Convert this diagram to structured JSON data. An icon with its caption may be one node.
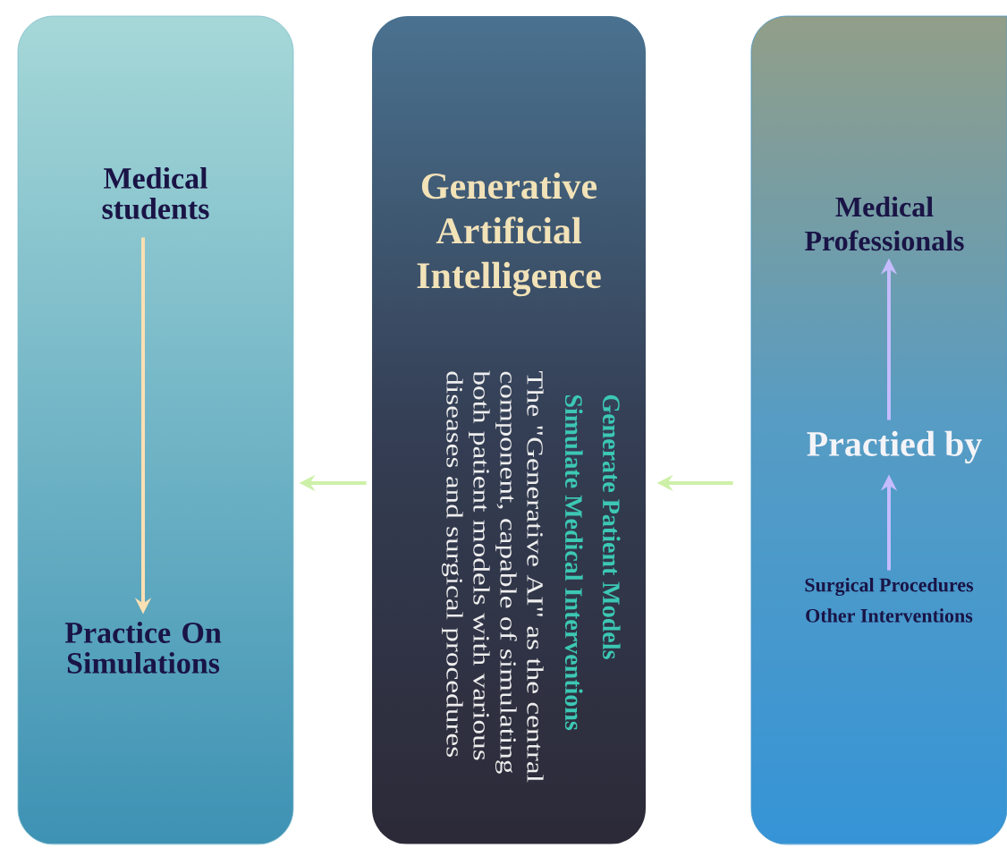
{
  "diagram": {
    "nodes": [
      {
        "text": [],
        "shape": "box"
      },
      {
        "text": [
          "Medical students"
        ],
        "in": 0
      },
      {
        "text": [
          "Practice On Simulations"
        ],
        "in": 0
      },
      {
        "text": [
          "Generative Artificial Intelligence",
          "Generate Patient Models",
          "Simulate Medical Interventions",
          "The \"Generative AI\" as the central component, capable of simulating both patient models with various diseases and surgical procedures"
        ]
      },
      {
        "text": [],
        "shape": "box"
      },
      {
        "text": [
          "Medical Professionals"
        ],
        "in": 4
      },
      {
        "text": [
          "Practied by"
        ],
        "in": 4
      },
      {
        "text": [
          "Surgical Procedures",
          "Other Interventions"
        ],
        "in": 4
      }
    ],
    "edges": [
      {
        "from": 1,
        "to": 2,
        "arrow": "to",
        "color": "#fbe0b4"
      },
      {
        "from": 7,
        "to": 6,
        "arrow": "to",
        "color": "#c4bcff"
      },
      {
        "from": 6,
        "to": 5,
        "arrow": "to",
        "color": "#c4bcff"
      },
      {
        "from": 4,
        "to": 3,
        "arrow": "to",
        "color": "#cdf0a8"
      },
      {
        "from": 3,
        "to": 0,
        "arrow": "to",
        "color": "#cdf0a8"
      }
    ]
  }
}
